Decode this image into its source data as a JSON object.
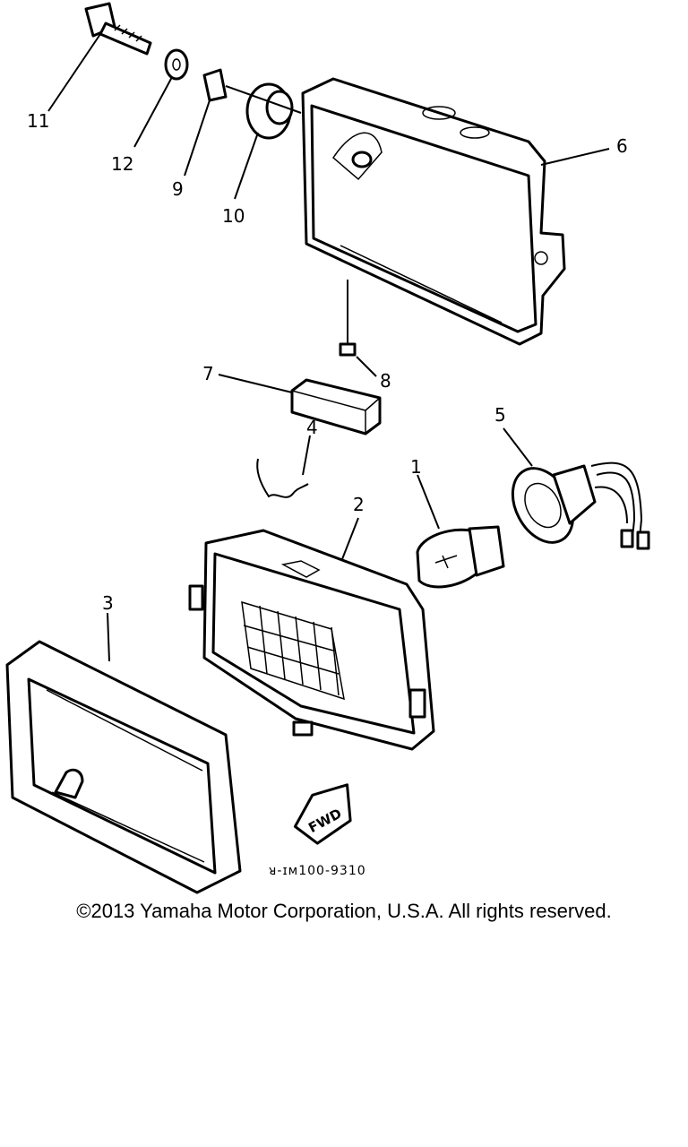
{
  "diagram": {
    "callouts": {
      "c1": "1",
      "c2": "2",
      "c3": "3",
      "c4": "4",
      "c5": "5",
      "c6": "6",
      "c7": "7",
      "c8": "8",
      "c9": "9",
      "c10": "10",
      "c11": "11",
      "c12": "12"
    },
    "fwd_label": "FWD",
    "drawing_code": "ᴚ-ɪᴍ100-9310"
  },
  "footer": {
    "copyright": "©2013 Yamaha Motor Corporation, U.S.A. All rights reserved."
  }
}
